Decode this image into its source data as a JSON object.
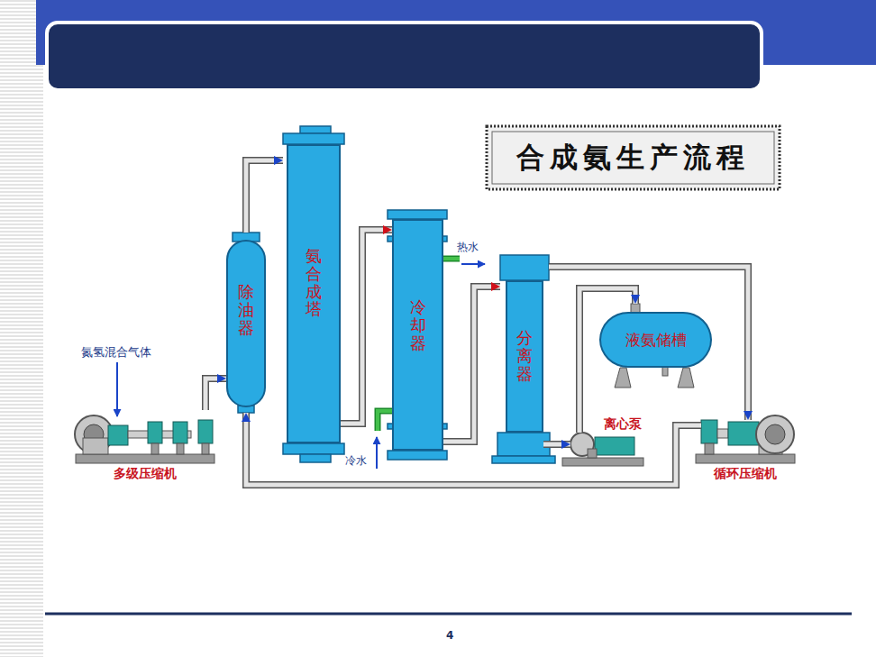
{
  "diagram": {
    "title": "合成氨生产流程",
    "nodes": [
      {
        "text": [
          "多级压缩机"
        ]
      },
      {
        "text": [
          "除油器"
        ]
      },
      {
        "text": [
          "氨合成塔"
        ]
      },
      {
        "text": [
          "冷却器"
        ]
      },
      {
        "text": [
          "分离器"
        ]
      },
      {
        "text": [
          "液氨储槽"
        ]
      },
      {
        "text": [
          "离心泵"
        ]
      },
      {
        "text": [
          "循环压缩机"
        ]
      }
    ],
    "edges": [
      {
        "from": 0,
        "to": 1,
        "arrow": "to"
      },
      {
        "from": 1,
        "to": 2,
        "arrow": "to"
      },
      {
        "from": 2,
        "to": 3,
        "arrow": "to"
      },
      {
        "from": 3,
        "to": 4,
        "arrow": "to"
      },
      {
        "from": 4,
        "to": 6,
        "arrow": "to"
      },
      {
        "from": 6,
        "to": 5,
        "arrow": "to"
      },
      {
        "from": 4,
        "to": 7,
        "arrow": "to"
      },
      {
        "from": 7,
        "to": 1,
        "arrow": "to"
      }
    ],
    "labels": [
      "氮氢混合气体",
      "热水",
      "冷水",
      "4"
    ]
  }
}
